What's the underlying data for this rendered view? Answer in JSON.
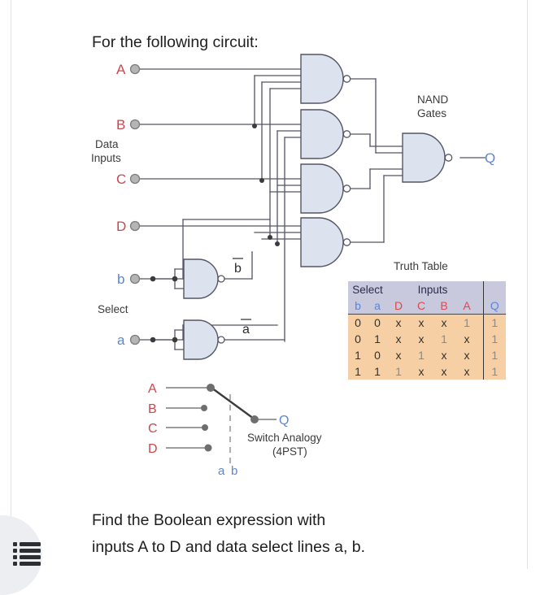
{
  "prompt": {
    "top": "For the following circuit:",
    "bottom_line1": "Find the Boolean expression with",
    "bottom_line2": "inputs A to D and data select lines a, b."
  },
  "circuit": {
    "data_inputs_label_line1": "Data",
    "data_inputs_label_line2": "Inputs",
    "select_label": "Select",
    "nand_label_line1": "NAND",
    "nand_label_line2": "Gates",
    "output_label": "Q",
    "data_inputs": [
      "A",
      "B",
      "C",
      "D"
    ],
    "select_inputs": [
      "b",
      "a"
    ],
    "inverted_labels": [
      "b",
      "a"
    ],
    "colors": {
      "data_input": "#c9484f",
      "select_input": "#5b86d6",
      "output": "#5b86d6",
      "gate_fill": "#dce3ef",
      "gate_stroke": "#555566",
      "wire": "#555566",
      "terminal": "#9a9a9a"
    }
  },
  "switch_analogy": {
    "title_line1": "Switch Analogy",
    "title_line2": "(4PST)",
    "inputs": [
      "A",
      "B",
      "C",
      "D"
    ],
    "output": "Q",
    "select_labels": [
      "a",
      "b"
    ]
  },
  "truth_table": {
    "title": "Truth Table",
    "group_headers": [
      "Select",
      "Inputs"
    ],
    "columns": [
      "b",
      "a",
      "D",
      "C",
      "B",
      "A",
      "Q"
    ],
    "rows": [
      [
        "0",
        "0",
        "x",
        "x",
        "x",
        "1",
        "1"
      ],
      [
        "0",
        "1",
        "x",
        "x",
        "1",
        "x",
        "1"
      ],
      [
        "1",
        "0",
        "x",
        "1",
        "x",
        "x",
        "1"
      ],
      [
        "1",
        "1",
        "1",
        "x",
        "x",
        "x",
        "1"
      ]
    ],
    "header_bg": "#c9c9de",
    "body_bg": "#f6cfa4"
  },
  "fab": {
    "icon": "list-icon"
  }
}
